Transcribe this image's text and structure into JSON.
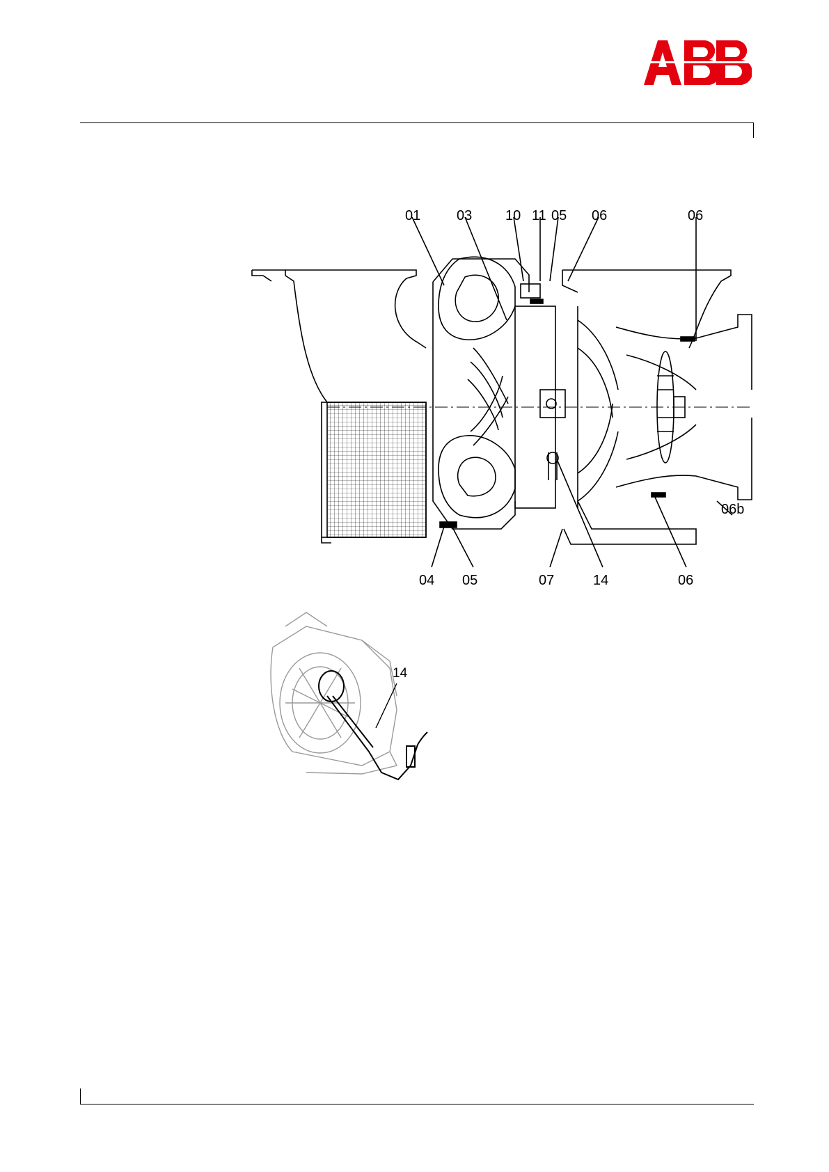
{
  "header": {
    "logo_text": "ABB",
    "brand_color": "#e3000f"
  },
  "figure_main": {
    "labels_top": [
      "01",
      "03",
      "10",
      "11",
      "05",
      "06",
      "06"
    ],
    "labels_right": [
      "06b"
    ],
    "labels_bottom": [
      "04",
      "05",
      "07",
      "14",
      "06"
    ]
  },
  "figure_detail": {
    "label": "14"
  }
}
